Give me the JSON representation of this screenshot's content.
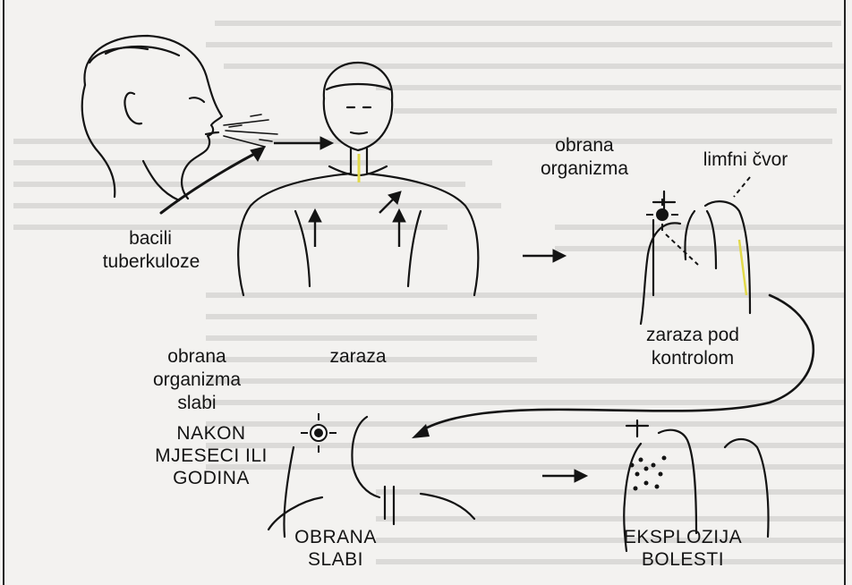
{
  "labels": {
    "bacili": "bacili",
    "tuberkuloze": "tuberkuloze",
    "zaraza": "zaraza",
    "obrana_organizma": [
      "obrana",
      "organizma"
    ],
    "limfni_cvor": "limfni čvor",
    "zaraza_pod_kontrolom": [
      "zaraza pod",
      "kontrolom"
    ],
    "obrana_slabi": [
      "obrana",
      "organizma",
      "slabi"
    ],
    "nakon_godina": [
      "NAKON",
      "MJESECI ILI",
      "GODINA"
    ],
    "obrana_slabi_caps": [
      "OBRANA",
      "SLABI"
    ],
    "eksplozija_bolesti": [
      "EKSPLOZIJA",
      "BOLESTI"
    ]
  },
  "colors": {
    "ink": "#141414",
    "paper": "#f3f2f0",
    "bleed_text": "#a4a4a2",
    "border": "#222222"
  },
  "icons": {
    "head": "sneezing-person-head-icon",
    "torso": "infected-person-torso-icon",
    "lung": "lung-with-lymph-node-icon",
    "torso2": "weakened-person-torso-icon",
    "lung2": "lung-disease-outbreak-icon"
  }
}
